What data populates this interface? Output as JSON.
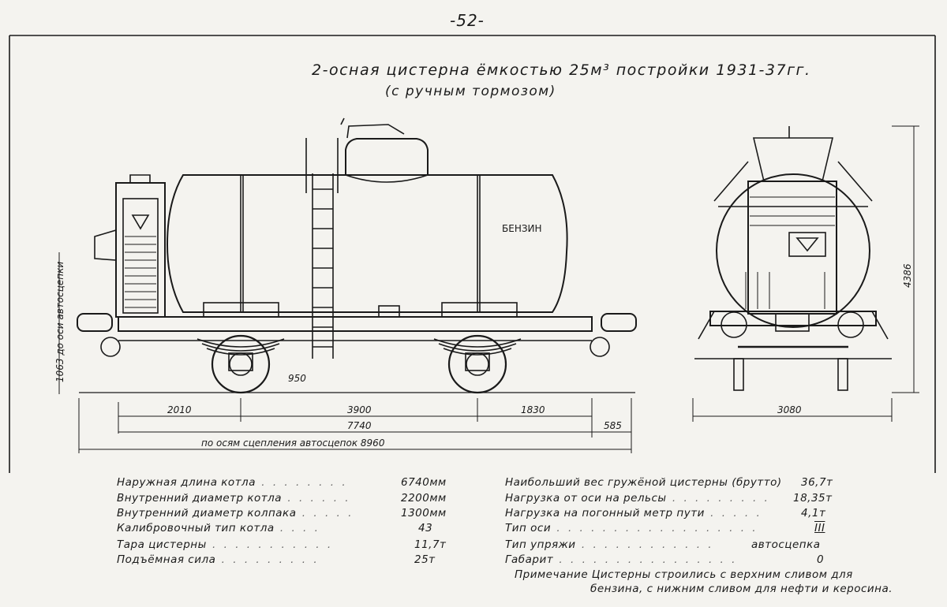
{
  "header": {
    "page_number": "-52-",
    "title": "2-осная цистерна ёмкостью 25м³ постройки 1931-37гг.",
    "subtitle": "(с ручным тормозом)"
  },
  "drawing": {
    "tank_label": "БЕНЗИН",
    "dims": {
      "d2010": "2010",
      "d3900": "3900",
      "d1830": "1830",
      "d7740": "7740",
      "d585": "585",
      "d950": "950",
      "d8960": "по осям сцепления автосцепок 8960",
      "d1063": "1063 до оси автосцепки",
      "d3080": "3080",
      "d4386": "4386"
    }
  },
  "specs_left": [
    {
      "label": "Наружная длина котла",
      "value": "6740мм"
    },
    {
      "label": "Внутренний диаметр котла",
      "value": "2200мм"
    },
    {
      "label": "Внутренний диаметр колпака",
      "value": "1300мм"
    },
    {
      "label": "Калибровочный тип котла",
      "value": "43"
    },
    {
      "label": "Тара цистерны",
      "value": "11,7т"
    },
    {
      "label": "Подъёмная сила",
      "value": "25т"
    }
  ],
  "specs_right": [
    {
      "label": "Наибольший вес гружёной цистерны (брутто)",
      "value": "36,7т"
    },
    {
      "label": "Нагрузка от оси на рельсы",
      "value": "18,35т"
    },
    {
      "label": "Нагрузка на погонный метр пути",
      "value": "4,1т"
    },
    {
      "label": "Тип оси",
      "value": "III"
    },
    {
      "label": "Тип упряжи",
      "value": "автосцепка"
    },
    {
      "label": "Габарит",
      "value": "0"
    }
  ],
  "note": {
    "line1": "Примечание Цистерны строились с верхним сливом для",
    "line2": "бензина, с нижним сливом для нефти и керосина."
  }
}
